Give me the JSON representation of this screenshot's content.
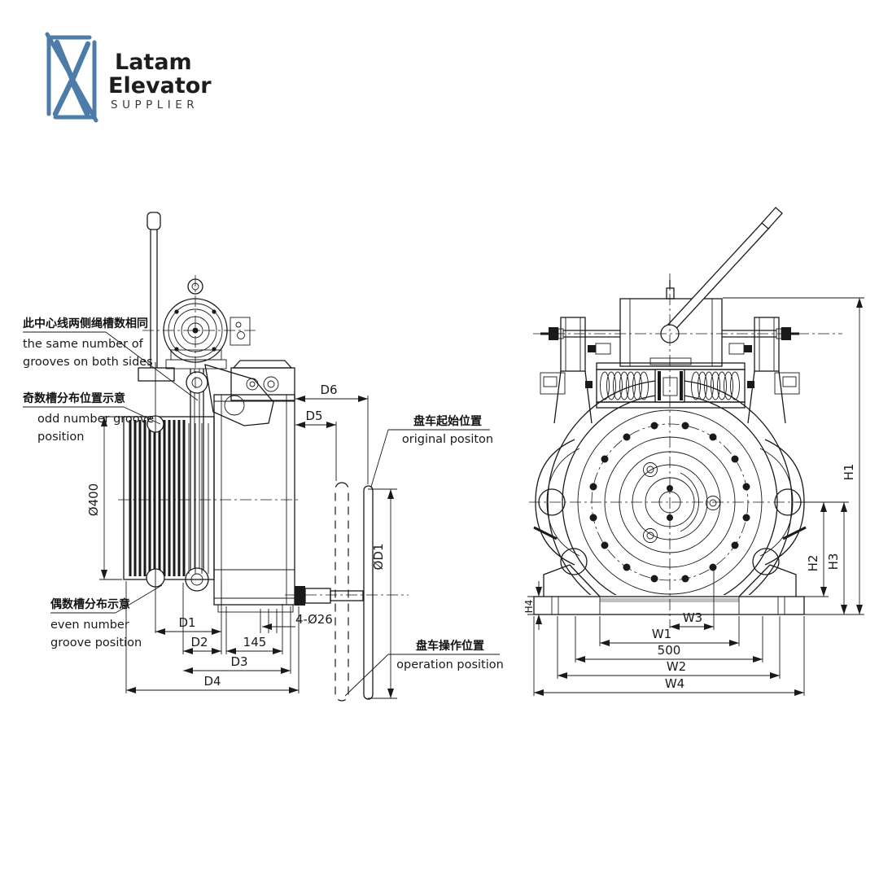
{
  "logo": {
    "line1": "Latam",
    "line2": "Elevator",
    "line3": "SUPPLIER"
  },
  "side_view": {
    "callouts": {
      "center_zh": "此中心线两侧绳槽数相同",
      "center_en1": "the same number of",
      "center_en2": "grooves on both sides",
      "odd_zh": "奇数槽分布位置示意",
      "odd_en1": "odd number groove",
      "odd_en2": "position",
      "even_zh": "偶数槽分布示意",
      "even_en1": "even number",
      "even_en2": "groove position",
      "original_zh": "盘车起始位置",
      "original_en": "original positon",
      "operation_zh": "盘车操作位置",
      "operation_en": "operation position"
    },
    "dims": {
      "sheave_dia": "Ø400",
      "d1": "D1",
      "d2": "D2",
      "len145": "145",
      "d3": "D3",
      "d4": "D4",
      "d5": "D5",
      "d6": "D6",
      "handwheel_dia": "ØD1",
      "holes": "4-Ø26"
    }
  },
  "front_view": {
    "dims": {
      "h1": "H1",
      "h2": "H2",
      "h3": "H3",
      "h4": "H4",
      "w1": "W1",
      "w2": "W2",
      "w3": "W3",
      "w4": "W4",
      "base_width": "500"
    }
  },
  "colors": {
    "line": "#1a1a1a",
    "logo_blue": "#4d7ca8",
    "logo_dark": "#1d1d1b"
  }
}
